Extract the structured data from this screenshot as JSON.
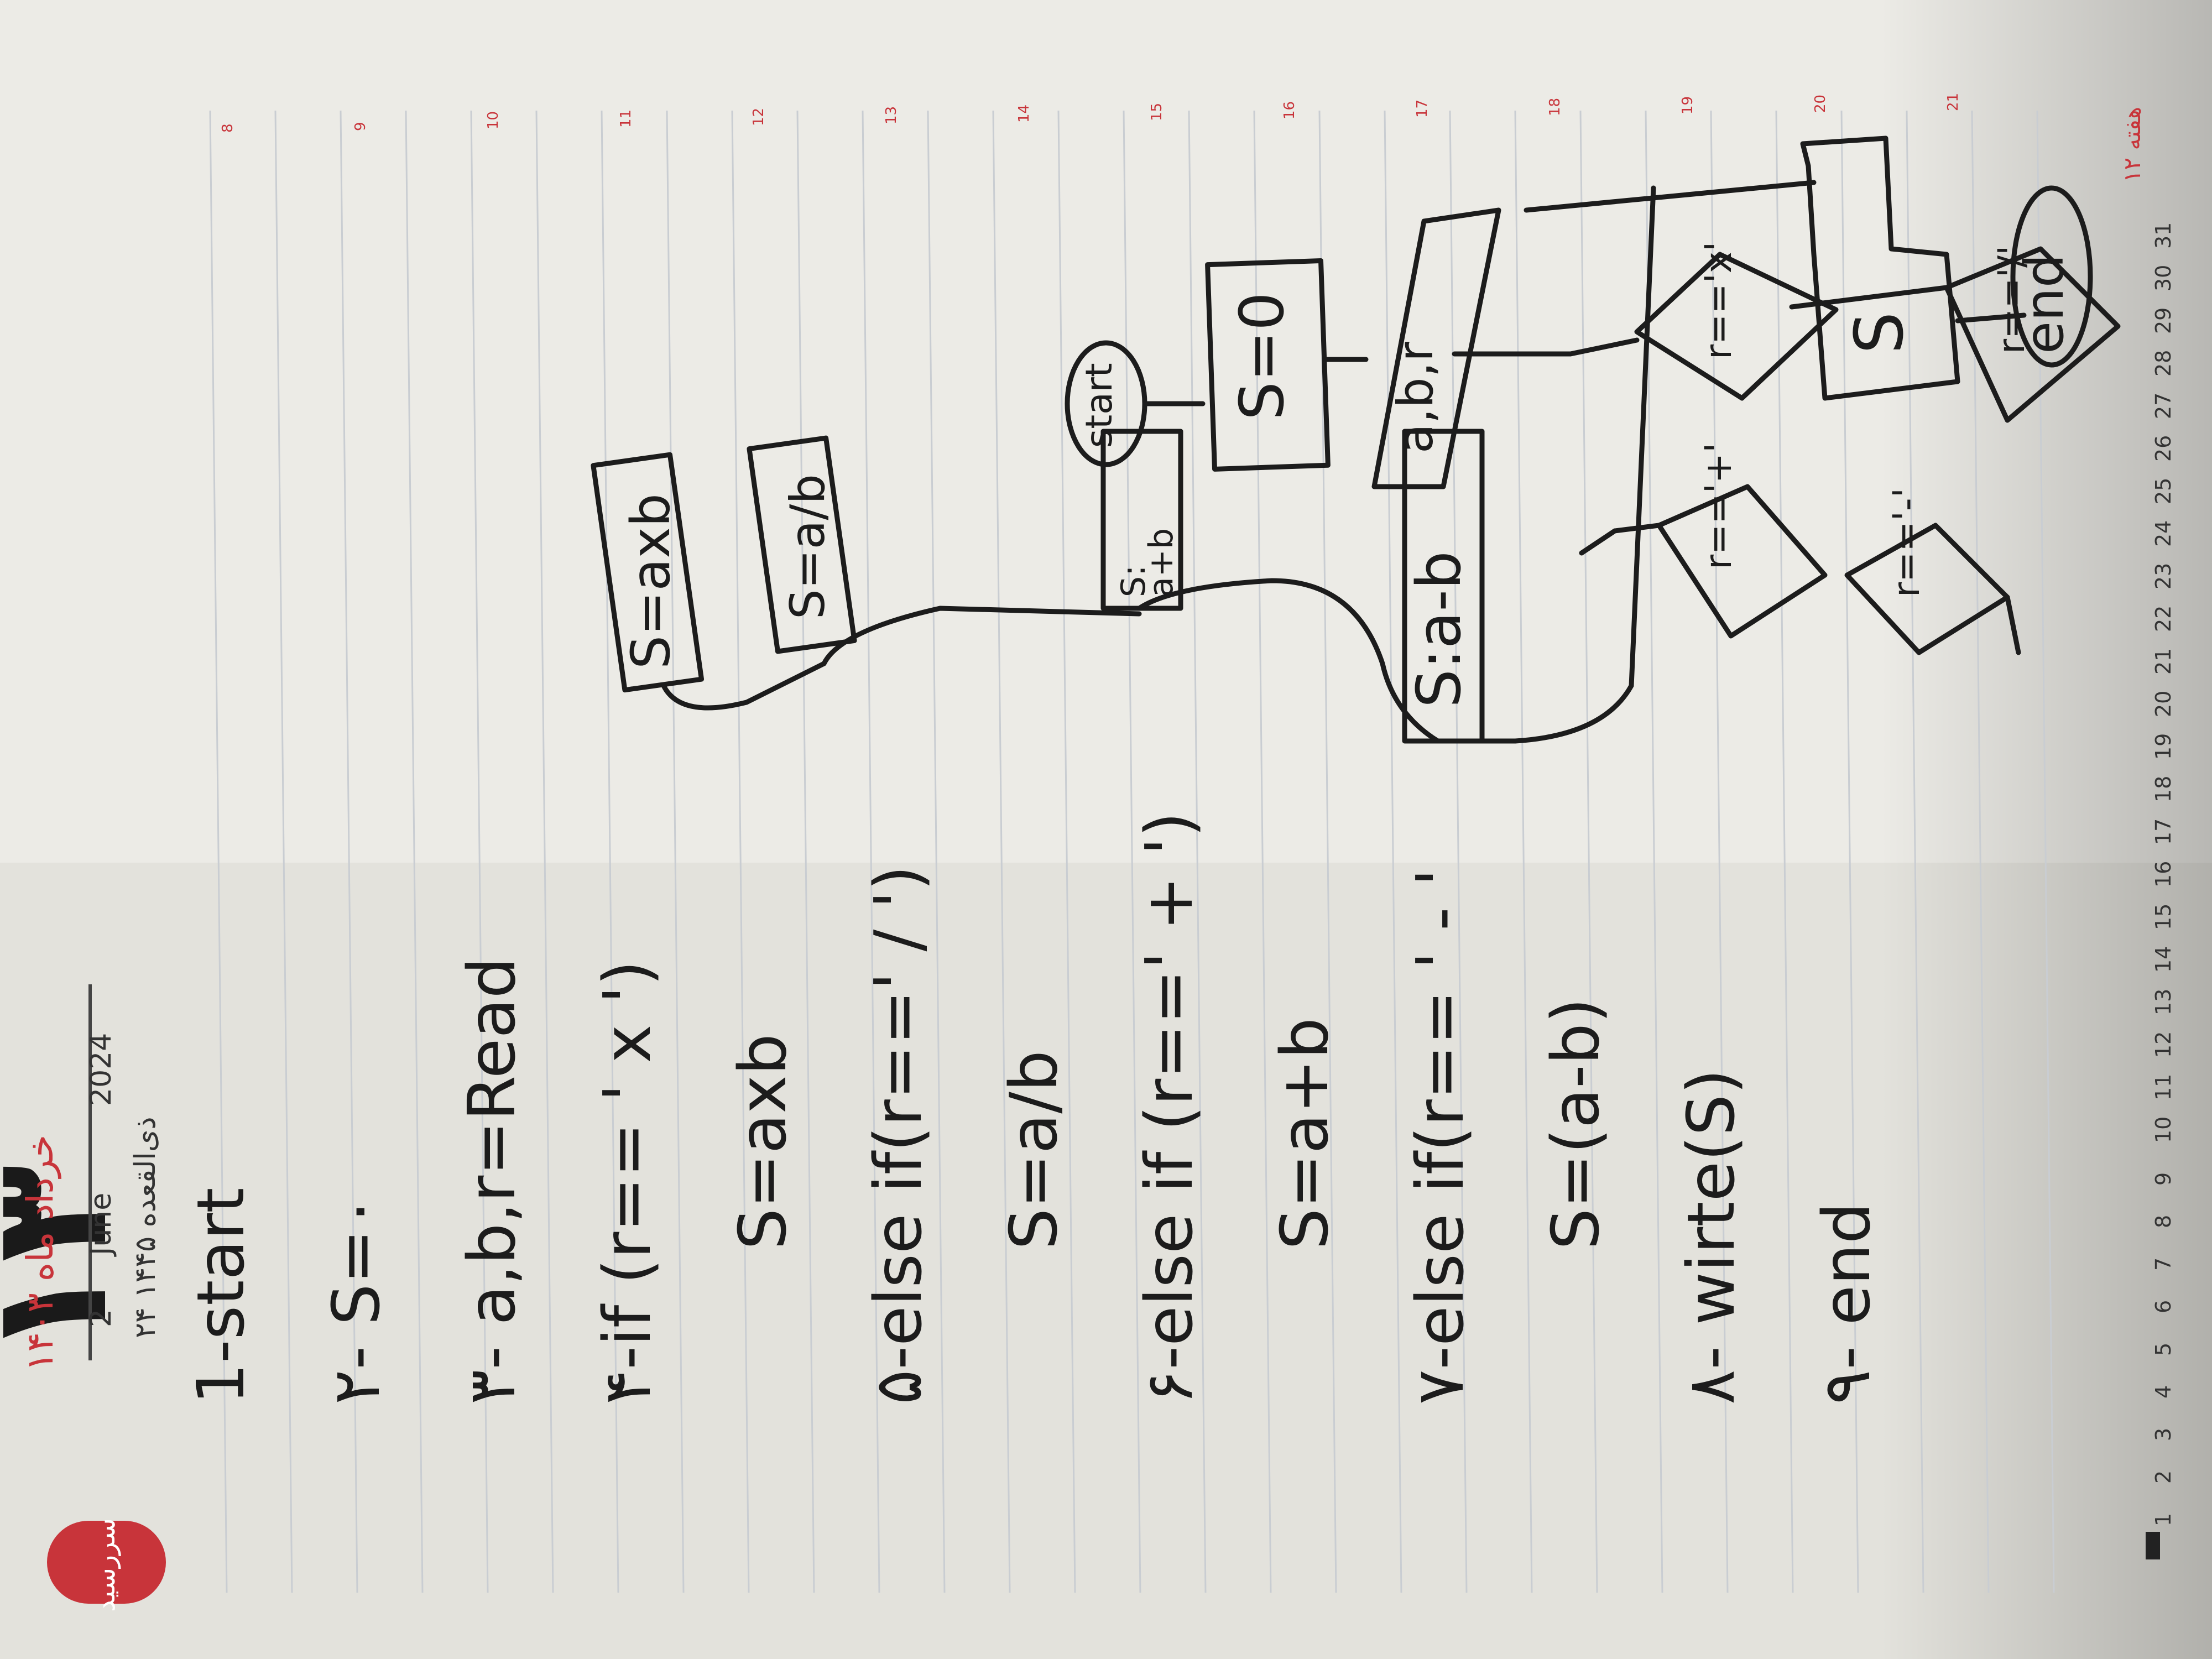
{
  "colors": {
    "ink": "#1c1c1c",
    "brand_red": "#c8343a",
    "paper": "#ecebe6",
    "rule_line": "#c9cdd2"
  },
  "header": {
    "brand_logo_text": "سررسید",
    "big_day_number": "۱۳",
    "persian_month_year": "خرداد ماه ۱۴۰۳",
    "gregorian_day": "2",
    "gregorian_month": "June",
    "gregorian_year": "2024",
    "hijri_date": "۲۴ ذی‌القعده ۱۴۴۵"
  },
  "hour_numbers": [
    "8",
    "9",
    "10",
    "11",
    "12",
    "13",
    "14",
    "15",
    "16",
    "17",
    "18",
    "19",
    "20",
    "21"
  ],
  "footer": {
    "days": [
      "1",
      "2",
      "3",
      "4",
      "5",
      "6",
      "7",
      "8",
      "9",
      "10",
      "11",
      "12",
      "13",
      "14",
      "15",
      "16",
      "17",
      "18",
      "19",
      "20",
      "21",
      "22",
      "23",
      "24",
      "25",
      "26",
      "27",
      "28",
      "29",
      "30",
      "31"
    ],
    "week_label": "هفته ۱۲"
  },
  "algorithm": {
    "lines": [
      "1-start",
      "۲- S=۰",
      "۳- a,b,r=Read",
      "۴-if (r== ' x ')",
      "S=axb",
      "۵-else if(r==' / ')",
      "S=a/b",
      "۶-else if (r==' + ')",
      "S=a+b",
      "۷-else if(r== ' - '",
      "S=(a-b)",
      "۸- wirte(S)",
      "۹- end"
    ]
  },
  "flowchart": {
    "start": "start",
    "init": "S=0",
    "read": "a,b,r",
    "cond_mul": "r=='x'",
    "cond_div": "r=='/'",
    "cond_add": "r=='+'",
    "cond_sub": "r=='-'",
    "proc_mul": "S=axb",
    "proc_div": "S=a/b",
    "proc_add_1": "S:",
    "proc_add_2": "a+b",
    "proc_sub": "S:a-b",
    "output": "S",
    "end": "end"
  }
}
